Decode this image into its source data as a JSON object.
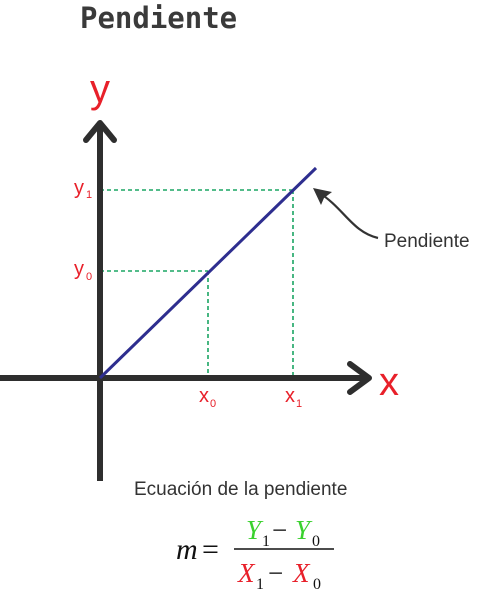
{
  "title": "Pendiente",
  "axes": {
    "x_label": "x",
    "y_label": "y"
  },
  "ticks": {
    "x0": {
      "main": "x",
      "sub": "0"
    },
    "x1": {
      "main": "x",
      "sub": "1"
    },
    "y0": {
      "main": "y",
      "sub": "0"
    },
    "y1": {
      "main": "y",
      "sub": "1"
    }
  },
  "annotation": "Pendiente",
  "caption": "Ecuación de la pendiente",
  "formula": {
    "lhs": "m",
    "equals": "=",
    "numerator": {
      "a": "Y",
      "a_sub": "1",
      "minus": "−",
      "b": "Y",
      "b_sub": "0"
    },
    "denominator": {
      "a": "X",
      "a_sub": "1",
      "minus": "−",
      "b": "X",
      "b_sub": "0"
    }
  },
  "colors": {
    "axis": "#2e2e2e",
    "line": "#2e2e8f",
    "guide": "#1aa563",
    "label": "#e8202a",
    "numerator": "#3ad12e",
    "denominator": "#e8202a"
  }
}
